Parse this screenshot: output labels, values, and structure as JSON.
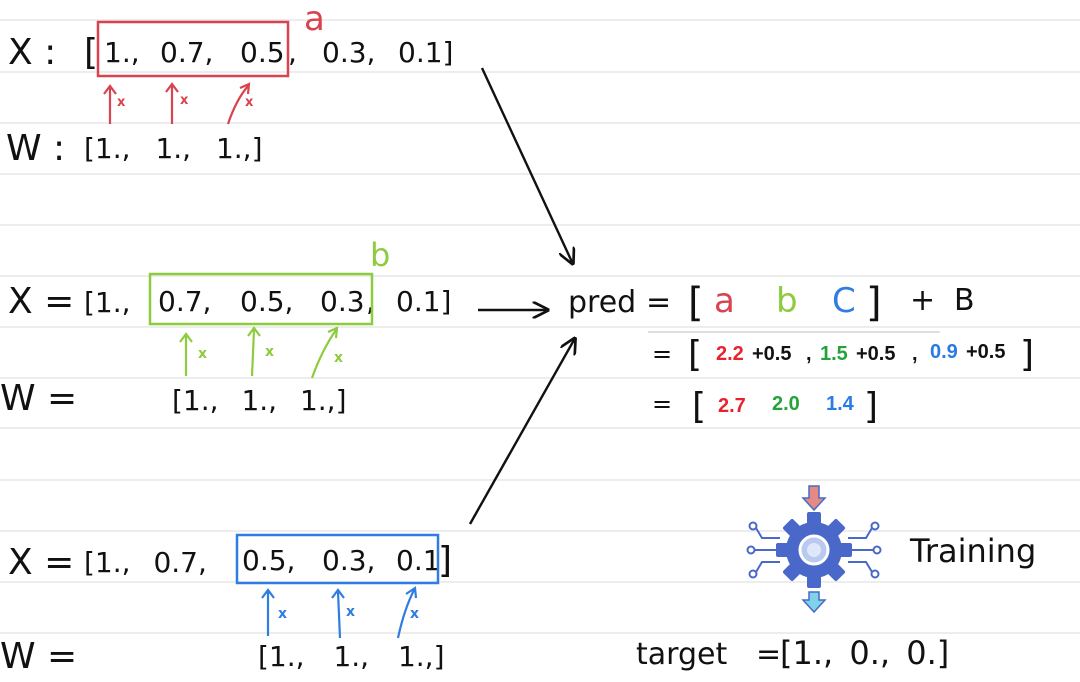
{
  "colors": {
    "a": "#d8434f",
    "b": "#8dcb3f",
    "c": "#2f7de1",
    "ink": "#111111",
    "rule": "#e2e2e2",
    "calc_a": "#e8232f",
    "calc_b": "#23a33a",
    "calc_c": "#2a7be2",
    "gear": "#4a68c9",
    "gear_in": "#e48a84",
    "gear_out": "#7fd3e8"
  },
  "labels": {
    "a": "a",
    "b": "b",
    "c": "C",
    "mult": "x",
    "arrow_long": "⟶"
  },
  "row1": {
    "x_label": "X :",
    "x_vals": [
      "1.,",
      "0.7,",
      "0.5",
      ",",
      "0.3,",
      "0.1]"
    ],
    "x_open": "[",
    "w_label": "W :",
    "w_vals": "[1., 1., 1.,]"
  },
  "row2": {
    "x_label": "X =",
    "x_open": "[1.,",
    "x_vals": [
      "0.7,",
      "0.5,",
      "0.3",
      ",",
      "0.1]"
    ],
    "w_label": "W =",
    "w_vals": "[1., 1., 1.,]"
  },
  "row3": {
    "x_label": "X =",
    "x_open": "[1., 0.7,",
    "x_vals": [
      "0.5,",
      "0.3,",
      "0.1"
    ],
    "x_close": "]",
    "w_label": "W =",
    "w_vals": "[1., 1., 1.,]"
  },
  "pred": {
    "label": "pred",
    "eq": "=",
    "open": "[",
    "close": "]",
    "plus": "+",
    "bias": "B",
    "line2": {
      "eq": "=",
      "a_val": "2.2",
      "a_add": "+0.5",
      "sep1": ",",
      "b_val": "1.5",
      "b_add": "+0.5",
      "sep2": ",",
      "c_val": "0.9",
      "c_add": "+0.5"
    },
    "line3": {
      "eq": "=",
      "a_val": "2.7",
      "b_val": "2.0",
      "c_val": "1.4"
    }
  },
  "training": {
    "label": "Training"
  },
  "target": {
    "label": "target",
    "eq": "=",
    "vals": "[1., 0., 0.]"
  }
}
